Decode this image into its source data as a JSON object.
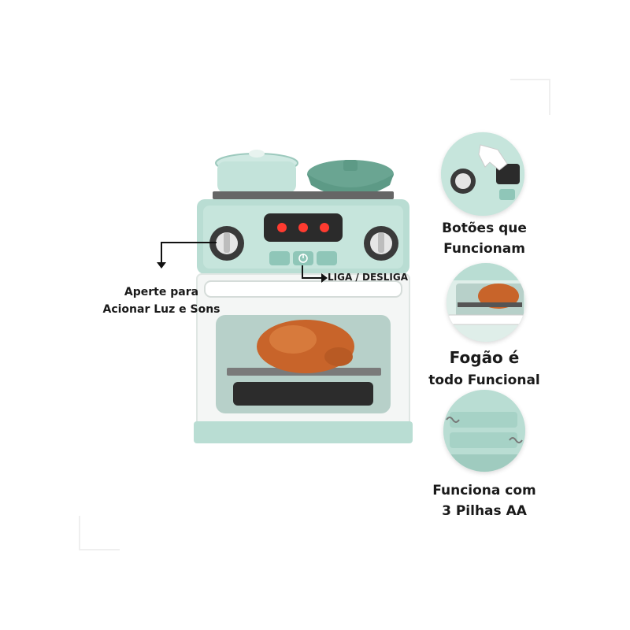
{
  "callouts": {
    "press_line1": "Aperte para",
    "press_line2": "Acionar Luz e Sons",
    "power_label": "LIGA / DESLIGA"
  },
  "features": [
    {
      "line1": "Botões que",
      "line2": "Funcionam",
      "icon": "hand-pointer-icon"
    },
    {
      "line1": "Fogão é",
      "line2": "todo Funcional",
      "icon": "roast-chicken-icon"
    },
    {
      "line1": "Funciona com",
      "line2": "3 Pilhas AA",
      "icon": "battery-icon"
    }
  ],
  "colors": {
    "mint": "#b9ddd3",
    "mint_dark": "#8fc6b8",
    "white": "#f4f6f5",
    "light_red": "#ff3b30",
    "chicken": "#c8642a"
  }
}
